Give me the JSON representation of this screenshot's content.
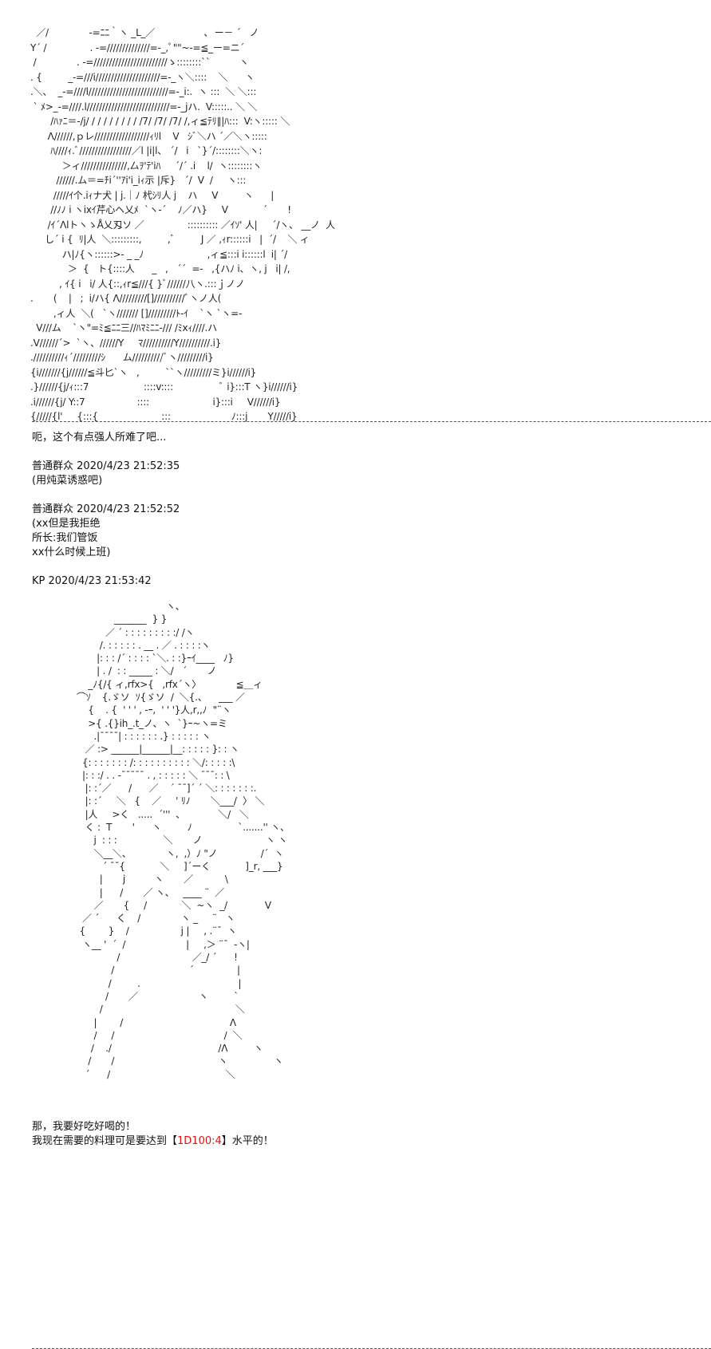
{
  "art_top": "  ／/              -=ﾆﾆ｀ヽ _L_／                 ､  ー－ ´   ノ\nY´ /               . -=//////////////=-_,ﾟ\"\"~-=≦_ー=ニ´\n /              . -=////////////////////////ゝ::::::::``          ヽ\n. {         _-=///i/////////////////////=-_ヽ＼::::    ＼      ヽ\n.＼、  _-=////l//////////////////////////=-_i:.  ヽ :::  ＼ ＼:::\n ` ﾒ>_-=////.l///////////////////////////=-_jハ.  V:::::.. ＼ ＼\n       /ﾊｧﾆ＝-/j/ / / / / / / / / /7/ /7/ /7/ /,ィ≦ﾃﾘ∥|ﾊ:::  V:ヽ::::: ＼\n      Λ//////,ｐレ//////////////////ｨﾘl    V   ｼﾞ＼ハ ´／＼ヽ:::::\n       ﾊ////ｨ.ﾞ/////////////////／l |i|l、 ´/   i   `}´/::::::::＼ヽ:\n           ＞ィ///////////////,厶ｦ'ﾃ'iﾊ     ´/´ .i    l/  ヽ::::::::ヽ\n         //////.ム＝=ﾁi´''ｱi'i_iｨ示 |斥}   ´/  V  /     ヽ:::\n        /////ｲ个.iｨナ犬 | j.｜ﾉ 杙ｼﾘ人 j    ハ     V         ヽ      |\n       //ﾉﾉ i ヽixｲ芹心ヘ乂ﾒ  `ヽ-´    ﾉ／ハ}     V            ´       !\n      /ｲ´ΛlトヽゝÅ乂刄ソ ／               :::::::::: ／ｲｿ' 人|     ´/ヽ、 __ノ  人\n     し´ i {  ﾘ|人  ＼:::::::::,         ,ﾞ         J ／ ,ｨr::::::i   |  ´/    ＼ ィ\n           ハ|ﾉ{ヽ::::::>- _ _ﾉ                      ,ィ≦:::i i::::::l  i| ´/\n             ＞  {   ト{::::人      _   ,   ´´  =-   ,{ハﾉ i、ヽ, j   i| /,\n          , ｲ{ i   i/ 人{::,ｨr≦///{ }ﾞ//////八ヽ.:::ｊノノ\n.       (    |   ;  i/ハ{ Λ/////////[]//////////ﾞヽノ人(\n        ,ィ人  ＼(   `ヽ/////// []/////////ﾄ-ｲ    `ヽ `ヽ=-\n  V///ム    `ヽ\"=ﾐ≦ﾆﾆ三//ﾊﾏﾐﾆﾆ-/// /ﾐxｨ////.ハ\n.V//////´>  `ヽ、//////Y     ﾏ//////////Y//////////.i}\n.//////////ｨ´/////////ｼ      ム//////////ﾞヽ/////////i}\n{i///////{j//////≦斗匕`ヽ   ,         ``ヽ/////////ミ}i//////i}\n.}//////{j/ｨ:::7                   ::::v::::                ﾞ i}:::T ヽ}i//////i}\n.i//////{j/ Y::7                  ::::                      i}:::i     V//////i}\n{/////{l'     {:::{                      :::                     ﾉ:::j       Y/////i}",
  "line1": "呃，这个有点强人所难了吧...",
  "comment1": {
    "name": "普通群众",
    "time": "2020/4/23 21:52:35",
    "text": "(用炖菜诱惑吧)"
  },
  "comment2": {
    "name": "普通群众",
    "time": "2020/4/23 21:52:52",
    "lines": [
      "(xx但是我拒绝",
      "所长:我们管饭",
      "xx什么时候上班)"
    ]
  },
  "kp": {
    "name": "KP",
    "time": "2020/4/23 21:53:42"
  },
  "art_bottom": "                                               ヽ、\n                             _______  } }\n                          ／ ´ : : : : : : : : :/ /ヽ\n                        /. : : : : : . __ . ／ . : : : :ヽ\n                       |: : : /´ : : : : `＼. : :}ｰｲ____   ﾉ}\n                       | . /  : : _____ : ＼/   ´       ノ\n                    _ﾉ{/{ ィ,rfx>{   ,rfx´ヽ〉            ≦＿ィ\n                ⌒ｿ    {.ゞソ  ｿ{ゞソ  /  ＼{.、    ___ ／\n                    {    . {  ' ' ' , -ｰ,  ' ' '}人,r,,ﾉ  \"¨ヽ\n                    >{ .{}ih_.t_ノ、ヽ  `}ｰ~ヽ=ミ\n                      .|¯¯¯¯| : : : : : : .} : : : : : ヽ\n                   ／ :> ______|______|__: : : : : }: : ヽ\n                  {: : : : : : : /: : : : : : : : : : ＼/: : : : :\\ \n                  |: : :/ . . -¯¯¯¯¯ . , : : : : : ＼ ¯¯¯: : \\\n                   |: :´／      /      ／    ´ ¯¯]´ ´ ＼: : : : : : :.\n                   |: :´     ＼   {    ／     ' ﾘﾉ       ＼___/  〉 ＼\n                   |人     >く   .....  ´'''  ､             ＼/   ＼\n                   く :  T       '      ヽ         ﾉ                `.......'' ヽ、\n                      j  : : :                ＼       ノ                      ヽ ヽ\n                      ＼__＼、            ヽ,  ,）ﾉ \"ノ               /´  ヽ\n                         ´ ¯¯{            ＼     ]´ーく            ]_r, ___}\n                        |       j          ヽ       ／           \\\n                        |      /       ／ ヽ、   ____ ¨  ／\n                      ／       {     /            ＼  ~ヽ  _/             V\n                  ／ ´      く    /              ヽ _     ¨   ヽ\n                 {        }    /                  j |     , .¨¯  ヽ\n                  ヽ__ '  ´  /                     |     ,＞ ¨¯  -ヽ|\n                              /                         ／_/ ´      !\n                            /                          ´               |\n                           /         .                                  |\n                          /       ／                     ヽ         `\n                        /                                              ＼\n                      |        /                                     Λ\n                      /     /                                      /  ＼\n                     /    ./                                     /Λ         ヽ\n                    /       /                                    ヽ                ヽ\n                   ´      /                                        ＼",
  "footer": {
    "line1": "那，我要好吃好喝的！",
    "line2_before": "我现在需要的料理可是要达到【",
    "roll": "1D100:4",
    "line2_after": "】水平的！"
  },
  "colors": {
    "roll": "#e01010",
    "text": "#111111"
  }
}
